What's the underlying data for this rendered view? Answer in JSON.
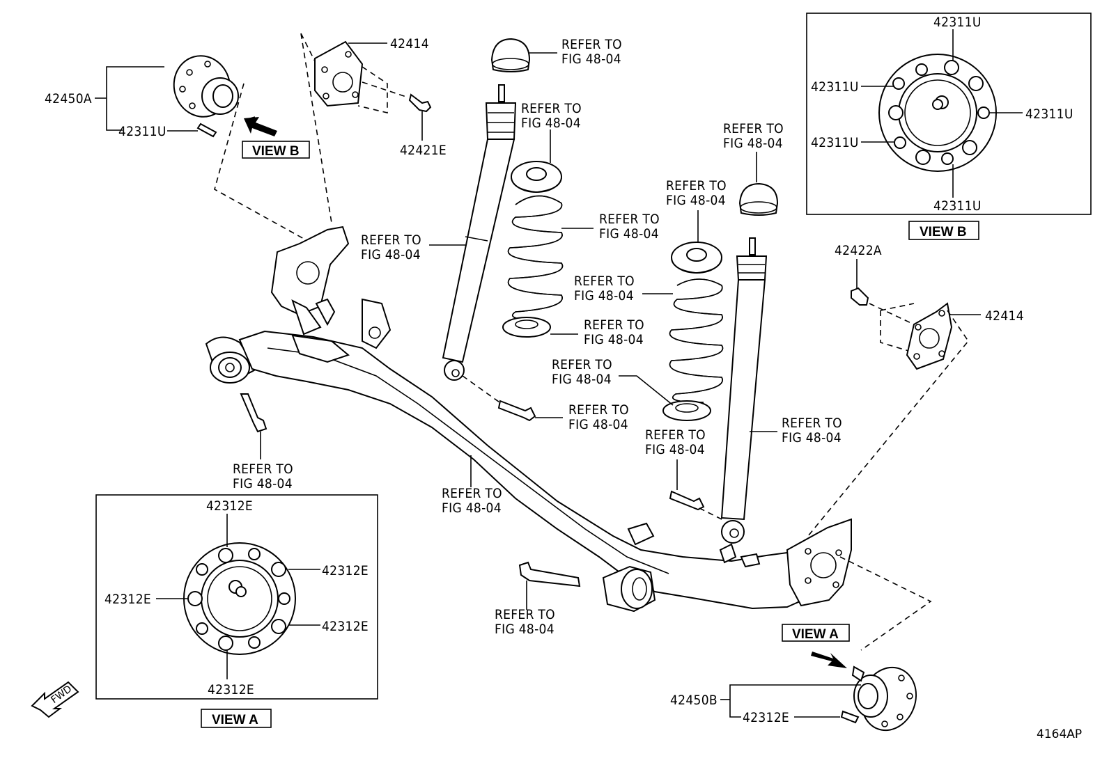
{
  "refer_line1": "REFER TO",
  "refer_line2": "FIG 48-04",
  "parts": {
    "hub_assembly_a": "42450A",
    "hub_assembly_b": "42450B",
    "hub_bolt_u": "42311U",
    "hub_bolt_e": "42312E",
    "backing_plate": "42414",
    "backing_bolt_left": "42421E",
    "backing_bolt_right": "42422A"
  },
  "views": {
    "view_a": "VIEW A",
    "view_b": "VIEW B"
  },
  "fwd_label": "FWD",
  "diagram_code": "4164AP"
}
